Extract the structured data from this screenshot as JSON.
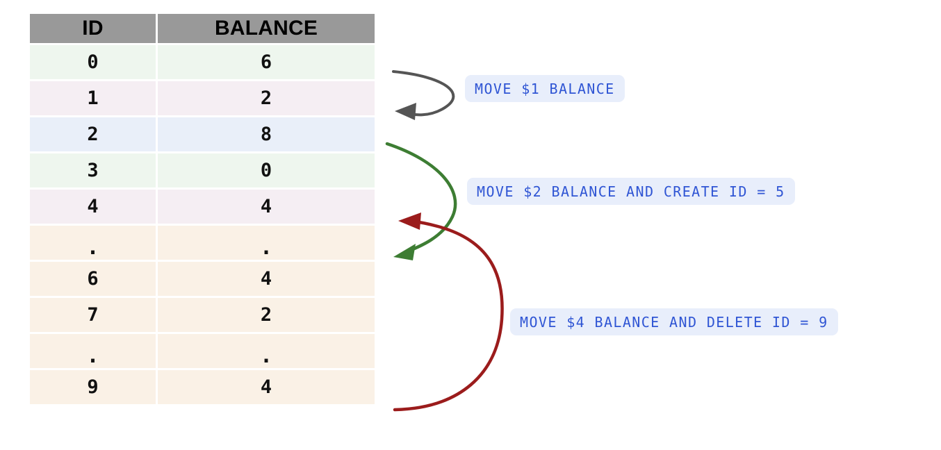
{
  "table": {
    "name": "account-balance-table",
    "headers": [
      "ID",
      "BALANCE"
    ],
    "rows": [
      {
        "id": "0",
        "balance": "6",
        "tint": "green"
      },
      {
        "id": "1",
        "balance": "2",
        "tint": "pink"
      },
      {
        "id": "2",
        "balance": "8",
        "tint": "blue"
      },
      {
        "id": "3",
        "balance": "0",
        "tint": "green"
      },
      {
        "id": "4",
        "balance": "4",
        "tint": "pink"
      },
      {
        "id": ".",
        "balance": ".",
        "tint": "peach"
      },
      {
        "id": "6",
        "balance": "4",
        "tint": "peach"
      },
      {
        "id": "7",
        "balance": "2",
        "tint": "peach"
      },
      {
        "id": ".",
        "balance": ".",
        "tint": "peach"
      },
      {
        "id": "9",
        "balance": "4",
        "tint": "peach"
      }
    ]
  },
  "annotations": [
    {
      "id": "move-1",
      "text": "MOVE $1 BALANCE",
      "arrow_color": "#555555"
    },
    {
      "id": "move-2",
      "text": "MOVE $2 BALANCE AND CREATE ID = 5",
      "arrow_color": "#3d7d33"
    },
    {
      "id": "move-3",
      "text": "MOVE $4 BALANCE AND DELETE ID = 9",
      "arrow_color": "#9b1c1c"
    }
  ],
  "colors": {
    "header_bg": "#999999",
    "row_green": "#eef6ee",
    "row_pink": "#f5eef3",
    "row_blue": "#e9eff9",
    "row_peach": "#faf1e6",
    "pill_bg": "#e8eefb",
    "pill_text": "#2f55d4",
    "arrow_gray": "#555555",
    "arrow_green": "#3d7d33",
    "arrow_red": "#9b1c1c",
    "page_bg": "#ffffff"
  }
}
